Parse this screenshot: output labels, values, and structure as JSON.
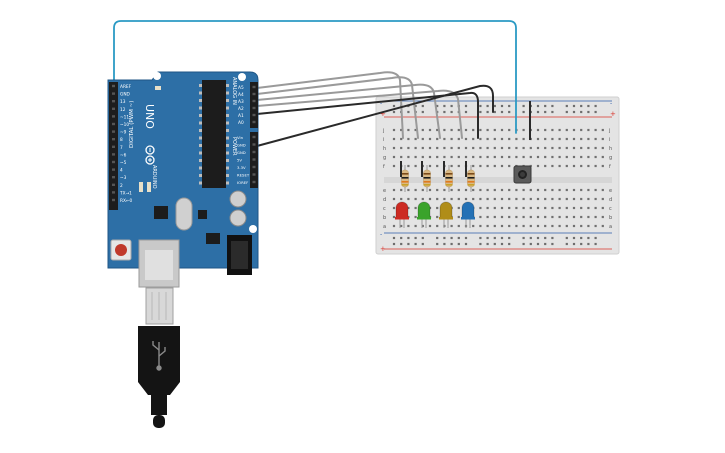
{
  "arduino": {
    "model_label": "UNO",
    "brand_label": "ARDUINO",
    "digital_label": "DIGITAL (PWM ~)",
    "analog_label": "ANALOG IN",
    "power_label": "POWER",
    "analog_pins": [
      "A0",
      "A1",
      "A2",
      "A3",
      "A4",
      "A5"
    ],
    "power_pins": [
      "IOREF",
      "RESET",
      "3.3V",
      "5V",
      "GND",
      "GND",
      "Vin"
    ],
    "digital_pins": [
      "AREF",
      "GND",
      "13",
      "12",
      "~11",
      "~10",
      "~9",
      "8",
      "7",
      "~6",
      "~5",
      "4",
      "~3",
      "2",
      "TX→1",
      "RX←0"
    ],
    "board_color": "#2d6fa6"
  },
  "breadboard": {
    "row_letters_top": [
      "j",
      "i",
      "h",
      "g",
      "f"
    ],
    "row_letters_bottom": [
      "e",
      "d",
      "c",
      "b",
      "a"
    ],
    "rail_plus_label": "+",
    "rail_minus_label": "-",
    "column_count": 30,
    "rail_red": "#d9342b",
    "rail_blue": "#2c5cab"
  },
  "leds": [
    {
      "color": "#cc2a22"
    },
    {
      "color": "#3aa32b"
    },
    {
      "color": "#b08d18"
    },
    {
      "color": "#2471b5"
    }
  ],
  "wires": {
    "analog_wire_color": "#9a9a9a",
    "ground_wire_color": "#2a2a2a",
    "button_wire_color": "#2b9ac4"
  }
}
